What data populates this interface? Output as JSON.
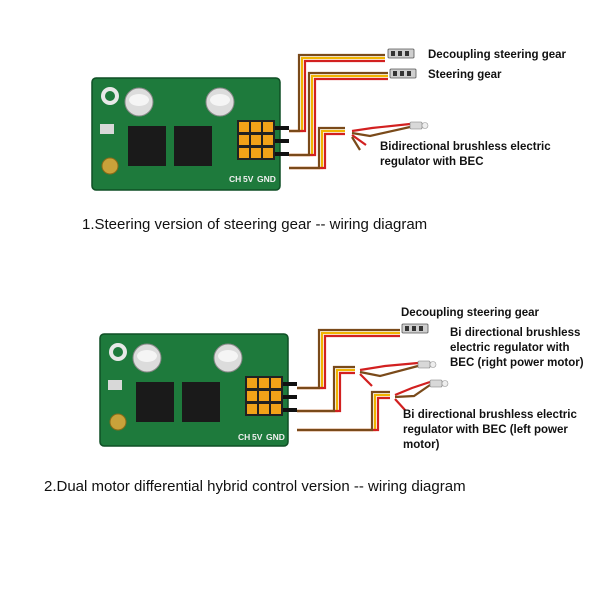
{
  "section1": {
    "caption": "1.Steering version of steering gear -- wiring diagram",
    "labels": {
      "decoupling": "Decoupling steering gear",
      "steering": "Steering gear",
      "esc": "Bidirectional brushless electric regulator with BEC"
    },
    "pins": {
      "ch": "CH",
      "v5": "5V",
      "gnd": "GND"
    }
  },
  "section2": {
    "caption": "2.Dual motor differential hybrid control version -- wiring diagram",
    "labels": {
      "decoupling": "Decoupling steering gear",
      "esc_right": "Bi directional brushless electric regulator with BEC (right power motor)",
      "esc_left": "Bi directional brushless electric regulator with BEC (left power motor)"
    },
    "pins": {
      "ch": "CH",
      "v5": "5V",
      "gnd": "GND"
    }
  },
  "colors": {
    "pcb": "#1e7a3c",
    "header": "#f2a218",
    "wire_yellow": "#f1b400",
    "wire_red": "#d22020",
    "wire_brown": "#7a4a1a"
  }
}
